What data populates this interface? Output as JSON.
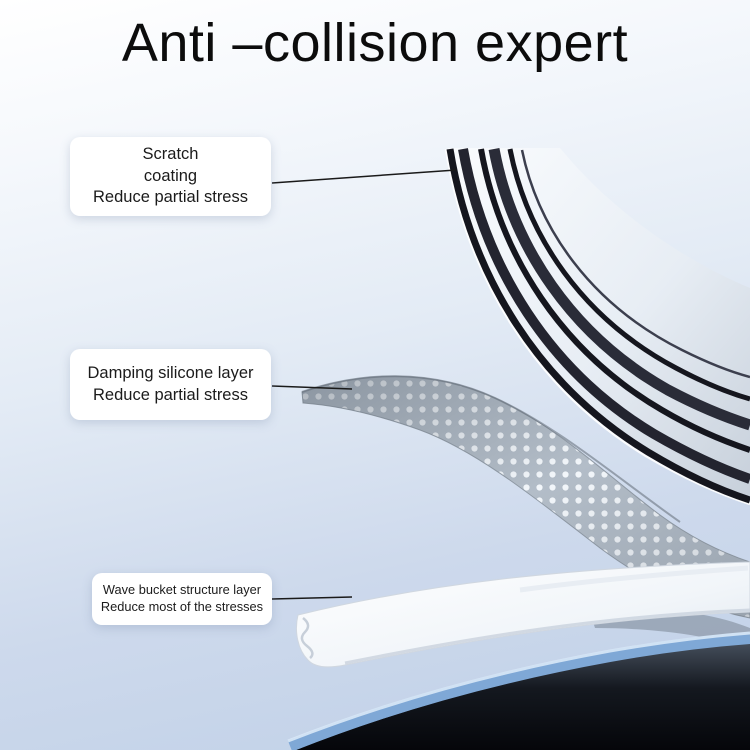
{
  "title": "Anti –collision expert",
  "callouts": [
    {
      "id": "scratch-coating",
      "text": "Scratch\ncoating\nReduce partial stress"
    },
    {
      "id": "damping-silicone",
      "text": "Damping silicone layer\nReduce partial stress"
    },
    {
      "id": "wave-bucket",
      "text": "Wave bucket structure layer\nReduce most of the stresses"
    }
  ],
  "colors": {
    "background_top": "#ffffff",
    "background_bottom": "#bfd0e7",
    "title_text": "#0c0c0c",
    "label_background": "#ffffff",
    "glass_stripe_dark": "#15161e",
    "mesh_gray": "#b3bdc8",
    "wave_layer_white": "#ffffff",
    "phone_frame_blue": "#7fa8d6",
    "phone_body_dark": "#05060a"
  }
}
